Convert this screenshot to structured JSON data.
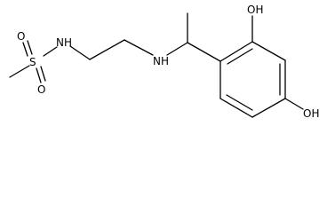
{
  "molecule": {
    "atoms": {
      "s": "S",
      "o_top": "O",
      "o_bottom": "O",
      "nh_amide": "NH",
      "nh_amine": "NH",
      "oh_upper": "OH",
      "oh_lower": "OH"
    },
    "colors": {
      "bond": "#000000",
      "label": "#000000",
      "background": "#ffffff"
    }
  }
}
